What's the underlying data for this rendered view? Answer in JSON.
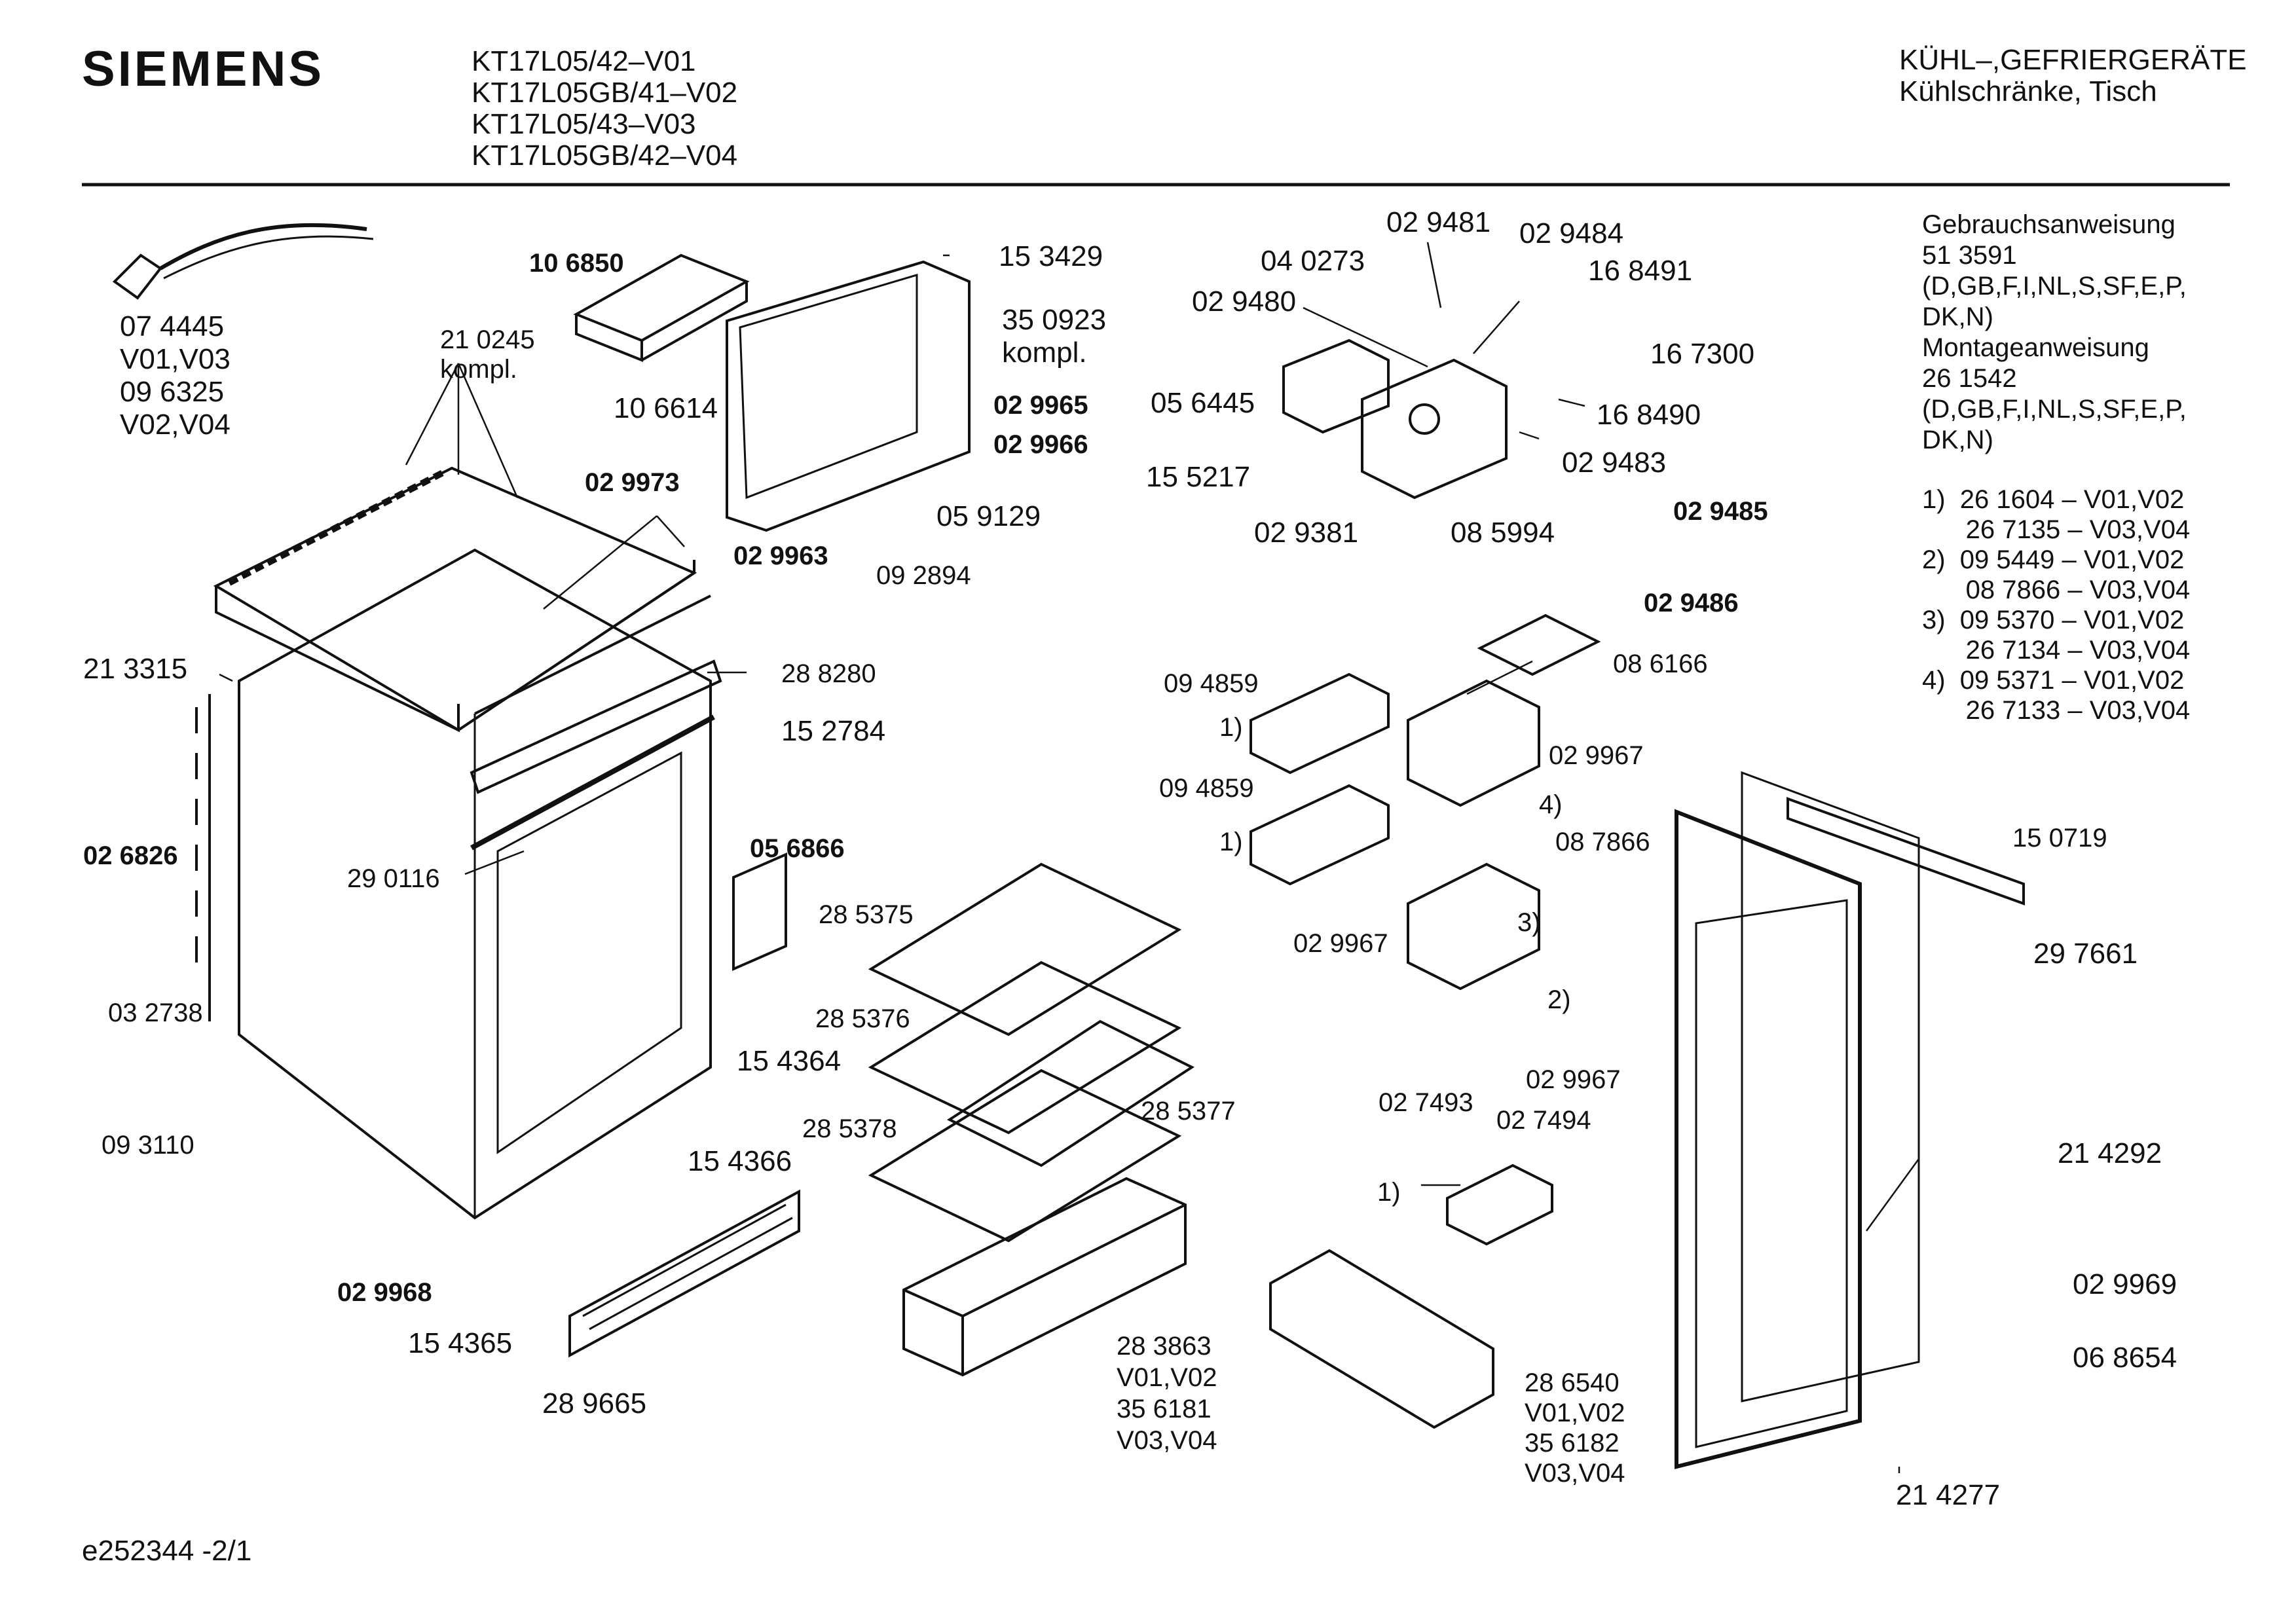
{
  "header": {
    "brand": "SIEMENS",
    "models": [
      "KT17L05/42–V01",
      "KT17L05GB/41–V02",
      "KT17L05/43–V03",
      "KT17L05GB/42–V04"
    ],
    "category": "KÜHL–,GEFRIERGERÄTE",
    "subcategory": "Kühlschränke, Tisch"
  },
  "docs": [
    "Gebrauchsanweisung",
    "51 3591",
    "(D,GB,F,I,NL,S,SF,E,P,",
    "DK,N)",
    "Montageanweisung",
    "26 1542",
    "(D,GB,F,I,NL,S,SF,E,P,",
    "DK,N)"
  ],
  "notes": [
    "1)  26 1604 – V01,V02",
    "      26 7135 – V03,V04",
    "2)  09 5449 – V01,V02",
    "      08 7866 – V03,V04",
    "3)  09 5370 – V01,V02",
    "      26 7134 – V03,V04",
    "4)  09 5371 – V01,V02",
    "      26 7133 – V03,V04"
  ],
  "parts": {
    "p074445": "07 4445",
    "v0103a": "V01,V03",
    "p096325": "09 6325",
    "v0204a": "V02,V04",
    "p210245": "21 0245",
    "kompl1": "kompl.",
    "p106850": "10 6850",
    "p153429": "15 3429",
    "p350923": "35 0923",
    "kompl2": "kompl.",
    "p106614": "10 6614",
    "p029965": "02 9965",
    "p029966": "02 9966",
    "p029973": "02 9973",
    "p029963": "02 9963",
    "p059129": "05 9129",
    "p092894": "09 2894",
    "p213315": "21 3315",
    "p288280": "28 8280",
    "p152784": "15 2784",
    "p026826": "02 6826",
    "p290116": "29 0116",
    "p056866": "05 6866",
    "p285375": "28 5375",
    "p285376": "28 5376",
    "p285377": "28 5377",
    "p285378": "28 5378",
    "p032738": "03 2738",
    "p154364": "15 4364",
    "p154366": "15 4366",
    "p093110": "09 3110",
    "p029968": "02 9968",
    "p154365": "15 4365",
    "p289665": "28 9665",
    "p283863": "28 3863",
    "v0102a": "V01,V02",
    "p356181": "35 6181",
    "v0304a": "V03,V04",
    "p029481": "02 9481",
    "p029484": "02 9484",
    "p040273": "04 0273",
    "p168491": "16 8491",
    "p029480": "02 9480",
    "p167300": "16 7300",
    "p056445": "05 6445",
    "p168490": "16 8490",
    "p155217": "15 5217",
    "p029483": "02 9483",
    "p029381": "02 9381",
    "p085994": "08 5994",
    "p029485": "02 9485",
    "p029486": "02 9486",
    "p086166": "08 6166",
    "p094859a": "09 4859",
    "n1a": "1)",
    "p029967a": "02 9967",
    "p094859b": "09 4859",
    "n4": "4)",
    "n1b": "1)",
    "p087866": "08 7866",
    "n3": "3)",
    "p029967b": "02 9967",
    "n2": "2)",
    "p029967c": "02 9967",
    "p027493": "02 7493",
    "p027494": "02 7494",
    "n1c": "1)",
    "p150719": "15 0719",
    "p297661": "29 7661",
    "p214292": "21 4292",
    "p029969": "02 9969",
    "p068654": "06 8654",
    "p214277": "21 4277",
    "p286540": "28 6540",
    "v0102b": "V01,V02",
    "p356182": "35 6182",
    "v0304b": "V03,V04"
  },
  "footer": "e252344 -2/1"
}
